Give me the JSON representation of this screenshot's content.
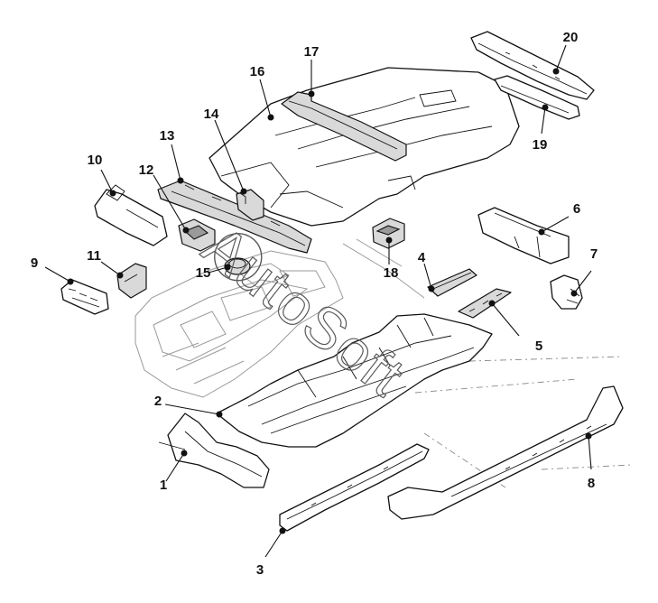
{
  "diagram": {
    "watermark": "AutoSoft",
    "callouts": [
      {
        "id": 1,
        "label": "1"
      },
      {
        "id": 2,
        "label": "2"
      },
      {
        "id": 3,
        "label": "3"
      },
      {
        "id": 4,
        "label": "4"
      },
      {
        "id": 5,
        "label": "5"
      },
      {
        "id": 6,
        "label": "6"
      },
      {
        "id": 7,
        "label": "7"
      },
      {
        "id": 8,
        "label": "8"
      },
      {
        "id": 9,
        "label": "9"
      },
      {
        "id": 10,
        "label": "10"
      },
      {
        "id": 11,
        "label": "11"
      },
      {
        "id": 12,
        "label": "12"
      },
      {
        "id": 13,
        "label": "13"
      },
      {
        "id": 14,
        "label": "14"
      },
      {
        "id": 15,
        "label": "15"
      },
      {
        "id": 16,
        "label": "16"
      },
      {
        "id": 17,
        "label": "17"
      },
      {
        "id": 18,
        "label": "18"
      },
      {
        "id": 19,
        "label": "19"
      },
      {
        "id": 20,
        "label": "20"
      }
    ]
  }
}
